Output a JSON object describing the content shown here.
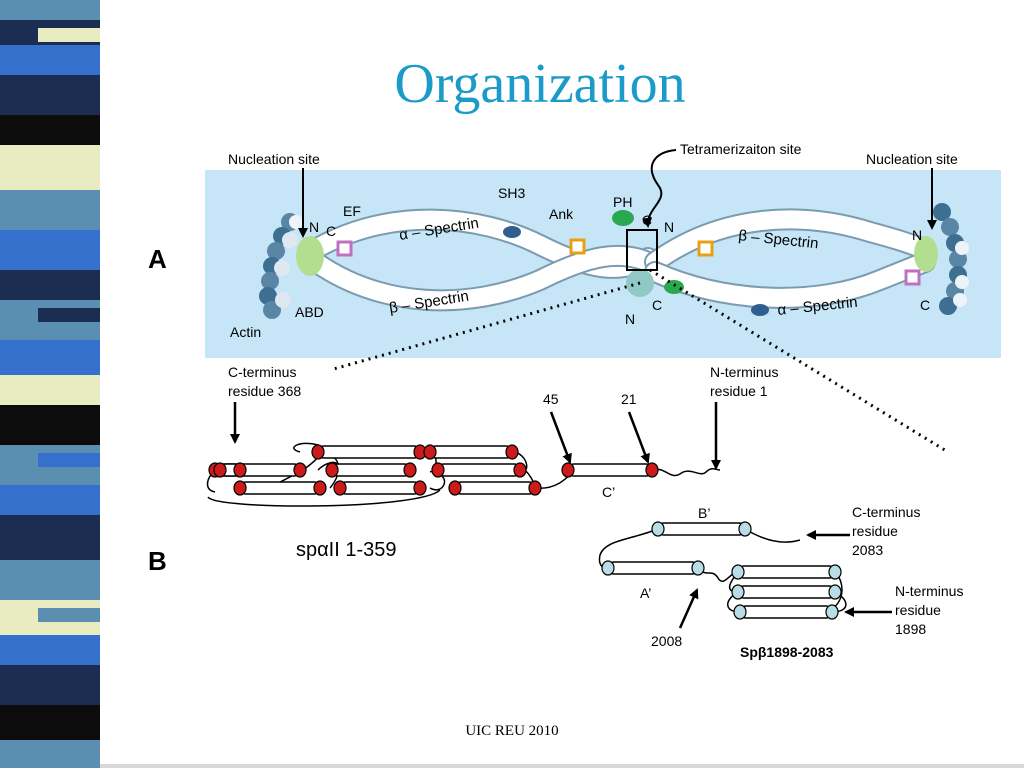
{
  "slide": {
    "title": "Organization",
    "footer": "UIC  REU 2010"
  },
  "panel_a": {
    "label": "A",
    "nucleation_left": "Nucleation site",
    "nucleation_right": "Nucleation site",
    "tetramerization": "Tetramerizaiton site",
    "alpha_left": "α – Spectrin",
    "beta_left": "β – Spectrin",
    "beta_right": "β – Spectrin",
    "alpha_right": "α – Spectrin",
    "ef": "EF",
    "sh3": "SH3",
    "ank": "Ank",
    "ph": "PH",
    "abd": "ABD",
    "actin": "Actin",
    "n_left": "N",
    "c_left": "C",
    "c_mid": "C",
    "n_mid_top": "N",
    "n_mid_bottom": "N",
    "c_mid_bottom": "C",
    "n_right": "N",
    "c_right": "C"
  },
  "panel_b": {
    "label": "B",
    "c_term_1": "C-terminus",
    "c_term_1_res": "residue 368",
    "n_term_1": "N-terminus",
    "n_term_1_res": "residue 1",
    "mark_45": "45",
    "mark_21": "21",
    "helix_c": "C’",
    "construct": "spαII 1-359",
    "helix_b": "B’",
    "helix_a": "A’",
    "c_term_2": "C-terminus",
    "c_term_2_res": "residue",
    "c_term_2_num": "2083",
    "n_term_2": "N-terminus",
    "n_term_2_res": "residue",
    "n_term_2_num": "1898",
    "mark_2008": "2008",
    "construct_2": "Spβ1898-2083"
  },
  "colors": {
    "title": "#1a9bc9",
    "panel_bg": "#c6e6f7",
    "helix_end_red": "#cc1b1b",
    "helix_end_blue": "#b8dde6"
  }
}
